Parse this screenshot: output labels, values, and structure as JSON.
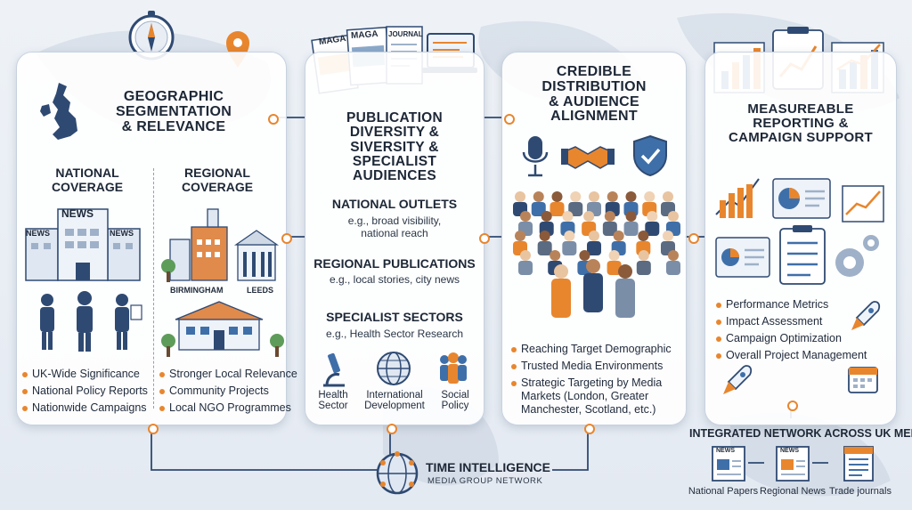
{
  "panel1": {
    "title_lines": [
      "GEOGRAPHIC",
      "SEGMENTATION",
      "& RELEVANCE"
    ],
    "national": {
      "heading_lines": [
        "NATIONAL",
        "COVERAGE"
      ],
      "bullets": [
        "UK-Wide Significance",
        "National Policy Reports",
        "Nationwide Campaigns"
      ]
    },
    "regional": {
      "heading_lines": [
        "REGIONAL",
        "COVERAGE"
      ],
      "bullets": [
        "Stronger Local Relevance",
        "Community Projects",
        "Local NGO Programmes"
      ]
    },
    "news_sign": "NEWS",
    "city_labels": [
      "BIRMINGHAM",
      "LEEDS"
    ]
  },
  "panel2": {
    "title_lines": [
      "PUBLICATION",
      "DIVERSITY &",
      "SIVERSITY &",
      "SPECIALIST AUDIENCES"
    ],
    "magazines": [
      "MAGA",
      "MAGA",
      "JOURNAL"
    ],
    "sections": [
      {
        "heading": "NATIONAL OUTLETS",
        "example_lines": [
          "e.g., broad visibility,",
          "national reach"
        ]
      },
      {
        "heading": "REGIONAL PUBLICATIONS",
        "example_lines": [
          "e.g., local stories, city news"
        ]
      },
      {
        "heading": "SPECIALIST SECTORS",
        "example_lines": [
          "e.g., Health Sector Research"
        ]
      }
    ],
    "sectors": [
      {
        "label_lines": [
          "Health",
          "Sector"
        ],
        "icon": "microscope-icon"
      },
      {
        "label_lines": [
          "International",
          "Development"
        ],
        "icon": "globe-icon"
      },
      {
        "label_lines": [
          "Social",
          "Policy"
        ],
        "icon": "people-icon"
      }
    ]
  },
  "panel3": {
    "title_lines": [
      "CREDIBLE",
      "DISTRIBUTION",
      "& AUDIENCE",
      "ALIGNMENT"
    ],
    "bullets": [
      "Reaching Target Demographic",
      "Trusted Media Environments",
      "Strategic Targeting by Media",
      "Markets (London, Greater",
      "Manchester, Scotland, etc.)"
    ]
  },
  "panel4": {
    "title_lines": [
      "MEASUREABLE",
      "REPORTING &",
      "CAMPAIGN SUPPORT"
    ],
    "bullets": [
      "Performance Metrics",
      "Impact Assessment",
      "Campaign Optimization",
      "Overall Project Management"
    ]
  },
  "network": {
    "title": "INTEGRATED NETWORK ACROSS UK MEDIA",
    "items": [
      {
        "label": "National Papers",
        "sign": "NEWS"
      },
      {
        "label": "Regional News",
        "sign": "NEWS"
      },
      {
        "label": "Trade journals",
        "sign": ""
      }
    ]
  },
  "hub": {
    "title": "TIME INTELLIGENCE",
    "subtitle": "MEDIA GROUP NETWORK"
  },
  "colors": {
    "accent": "#e8862e",
    "navy": "#2f4a72",
    "blue": "#3f6fa8"
  }
}
